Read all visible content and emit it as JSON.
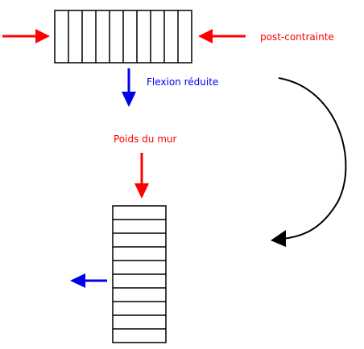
{
  "labels": {
    "post_contrainte": "post-contrainte",
    "flexion_reduite": "Flexion réduite",
    "poids_du_mur": "Poids du mur"
  },
  "colors": {
    "red": "#ff0000",
    "blue": "#0000ee",
    "black": "#000000"
  }
}
